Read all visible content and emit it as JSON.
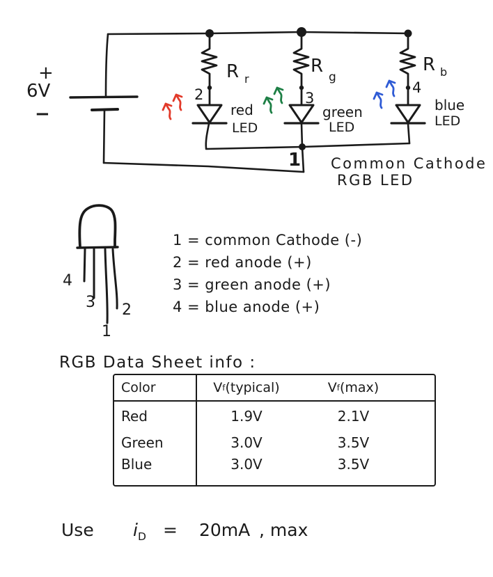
{
  "ink_color": "#1a1a1a",
  "colors": {
    "red": "#e23a2a",
    "green": "#1d7f45",
    "blue": "#2f5bd5"
  },
  "circuit": {
    "battery": {
      "plus": "+",
      "label": "6V",
      "minus": "−"
    },
    "branches": [
      {
        "node": "2",
        "resistor_base": "R",
        "resistor_sub": "r",
        "led_line1": "red",
        "led_line2": "LED"
      },
      {
        "node": "3",
        "resistor_base": "R",
        "resistor_sub": "g",
        "led_line1": "green",
        "led_line2": "LED"
      },
      {
        "node": "4",
        "resistor_base": "R",
        "resistor_sub": "b",
        "led_line1": "blue",
        "led_line2": "LED"
      }
    ],
    "common_node": "1",
    "caption_line1": "Common Cathode",
    "caption_line2": "RGB LED"
  },
  "pinout": {
    "legs": [
      "4",
      "3",
      "2",
      "1"
    ],
    "lines": [
      "1 = common Cathode (-)",
      "2 = red anode (+)",
      "3 = green anode (+)",
      "4 = blue anode (+)"
    ]
  },
  "datasheet": {
    "title": "RGB Data Sheet info :",
    "headers": {
      "color": "Color",
      "vf_typ": {
        "base": "V",
        "sub": "f",
        "rest": " (typical)"
      },
      "vf_max": {
        "base": "V",
        "sub": "f",
        "rest": " (max)"
      }
    },
    "rows": [
      {
        "color": "Red",
        "typ": "1.9V",
        "max": "2.1V"
      },
      {
        "color": "Green",
        "typ": "3.0V",
        "max": "3.5V"
      },
      {
        "color": "Blue",
        "typ": "3.0V",
        "max": "3.5V"
      }
    ]
  },
  "note": {
    "use": "Use",
    "i": "i",
    "sub": "D",
    "eq": "=",
    "value": "20mA",
    "suffix": ", max"
  }
}
